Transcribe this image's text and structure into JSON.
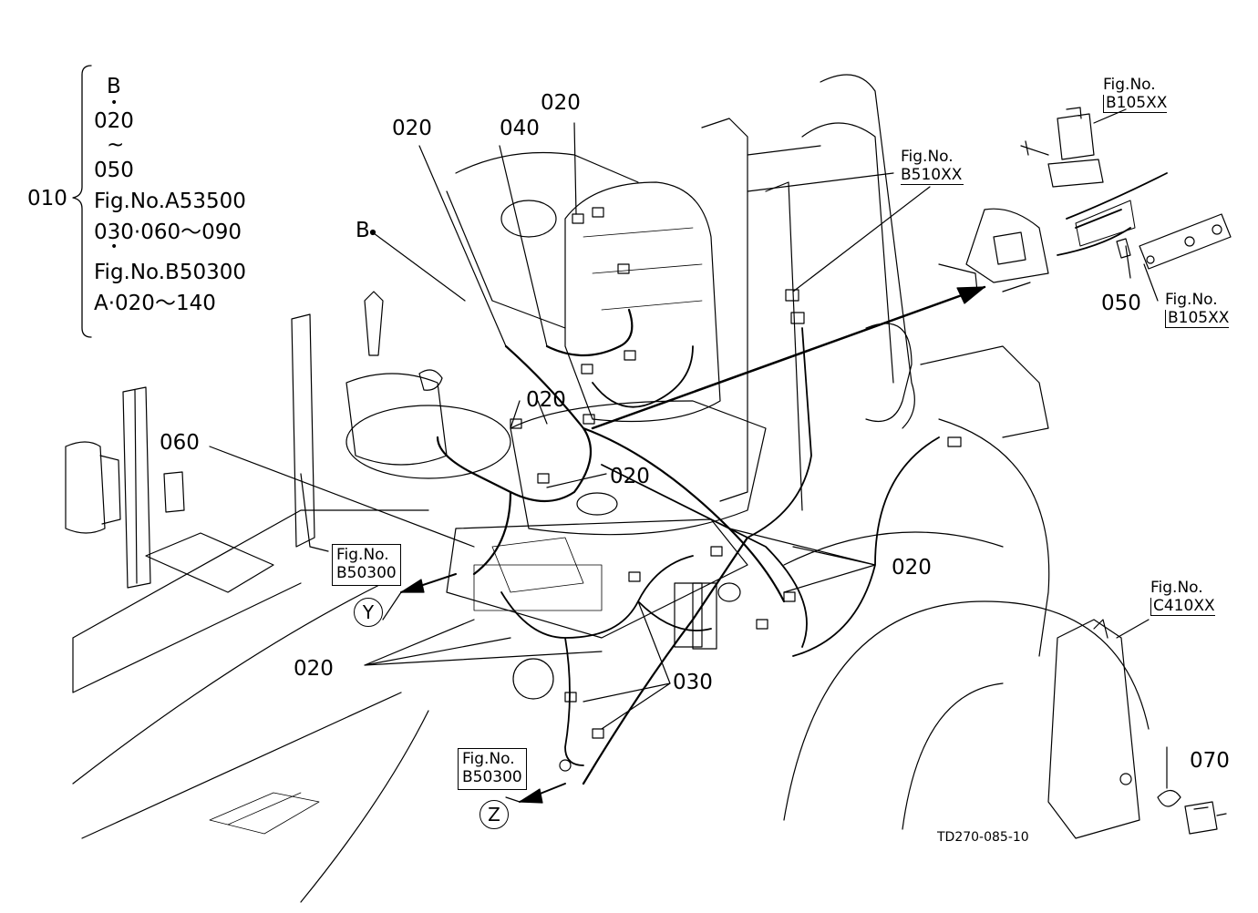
{
  "brace": {
    "part_no": "010",
    "lines": [
      "B",
      "•",
      "020",
      "~",
      "050",
      "Fig.No.A53500",
      "030·060〜090",
      "•",
      "Fig.No.B50300",
      "A·020〜140"
    ]
  },
  "callouts": {
    "c020_top_left": "020",
    "c040": "040",
    "c020_top_mid": "020",
    "cB": "B",
    "c020_center": "020",
    "c020_center2": "020",
    "c060": "060",
    "c020_right": "020",
    "c020_lower_left": "020",
    "c030": "030",
    "c050": "050",
    "c070": "070"
  },
  "fig_refs": {
    "b510": [
      "Fig.No.",
      "B510XX"
    ],
    "b105_top": [
      "Fig.No.",
      "B105XX"
    ],
    "b105_right": [
      "Fig.No.",
      "B105XX"
    ],
    "b50300_y": [
      "Fig.No.",
      "B50300"
    ],
    "b50300_z": [
      "Fig.No.",
      "B50300"
    ],
    "c410": [
      "Fig.No.",
      "C410XX"
    ]
  },
  "markers": {
    "y": "Y",
    "z": "Z"
  },
  "drawing_code": "TD270-085-10"
}
